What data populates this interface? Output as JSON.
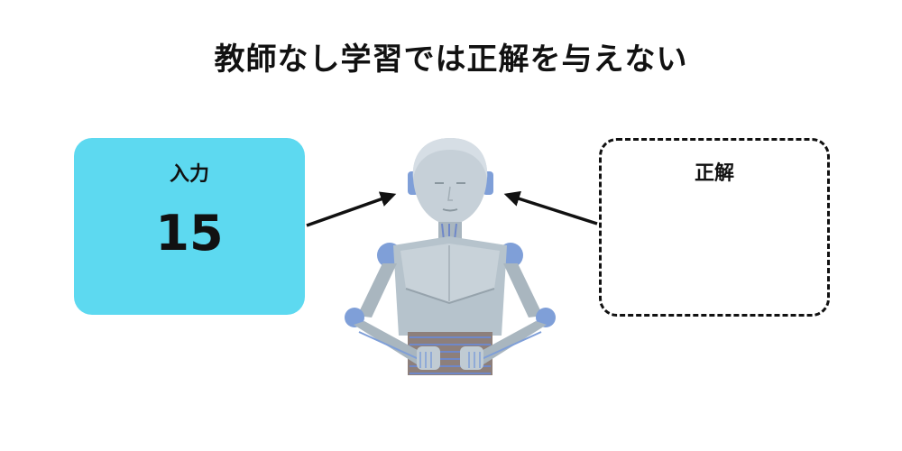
{
  "title": "教師なし学習では正解を与えない",
  "input_box": {
    "label": "入力",
    "value": "15"
  },
  "answer_box": {
    "label": "正解"
  },
  "colors": {
    "input_fill": "#5dd9f0",
    "robot_body": "#b6c3cc",
    "robot_joint": "#7f9fd8",
    "arrow": "#111111"
  },
  "icons": {
    "robot": "robot-icon"
  }
}
